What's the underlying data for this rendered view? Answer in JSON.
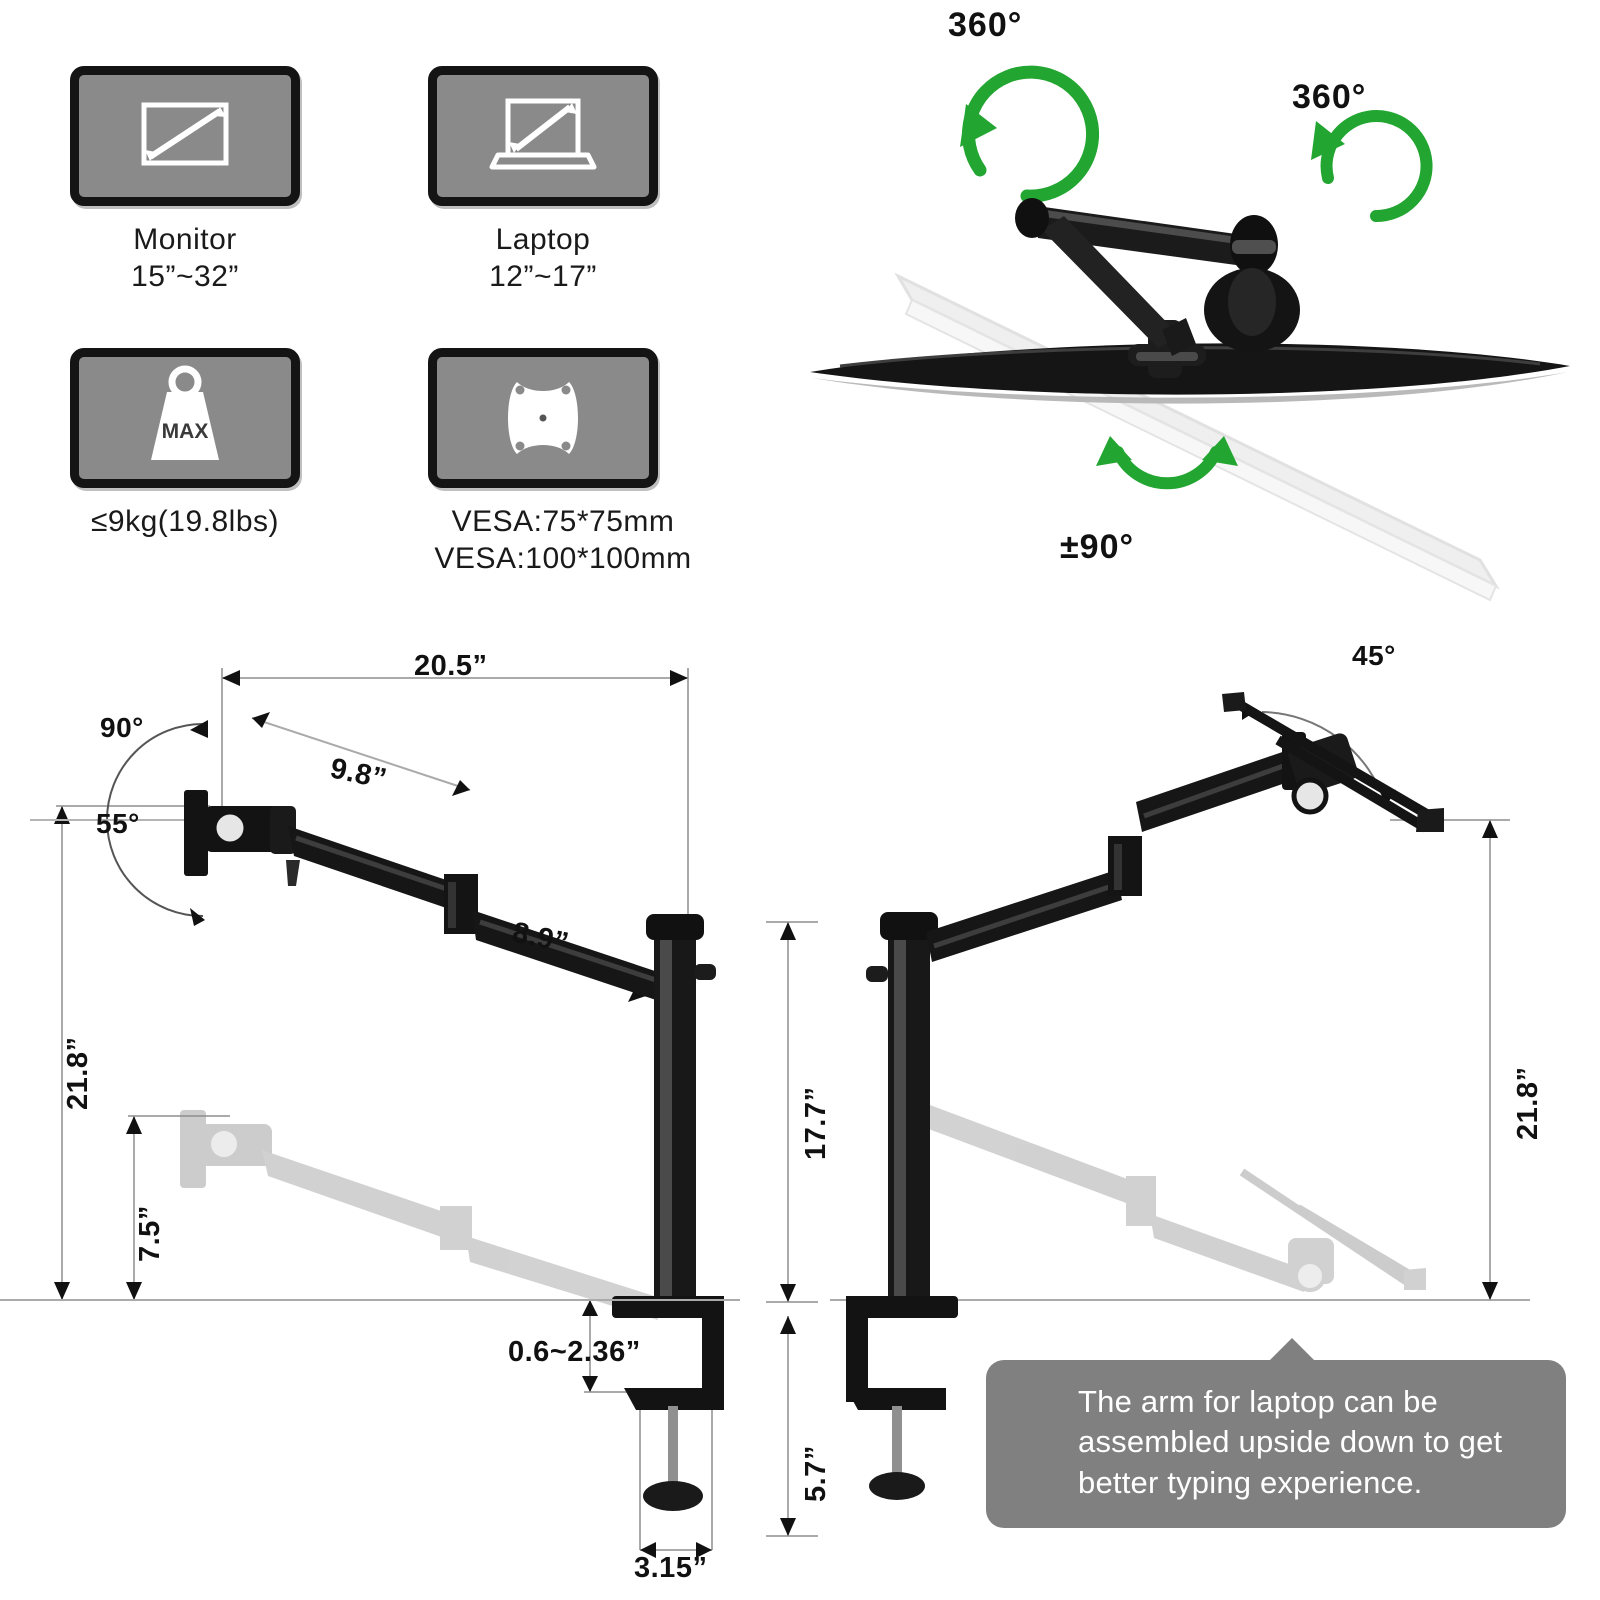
{
  "specs": [
    {
      "icon": "monitor-size-icon",
      "name": "Monitor",
      "value": "15”~32”"
    },
    {
      "icon": "laptop-size-icon",
      "name": "Laptop",
      "value": "12”~17”"
    },
    {
      "icon": "max-weight-icon",
      "name": "≤9kg(19.8lbs)",
      "value": ""
    },
    {
      "icon": "vesa-plate-icon",
      "name": "VESA:75*75mm",
      "value": "VESA:100*100mm"
    }
  ],
  "weight_icon_text": "MAX",
  "rotation": {
    "arm_rotation": "360°",
    "head_rotation": "360°",
    "pivot_rotation": "±90°"
  },
  "left_drawing": {
    "reach_total": "20.5”",
    "upper_arm": "9.8”",
    "lower_arm": "8.9”",
    "tilt_up": "90°",
    "tilt_down": "55°",
    "max_height": "21.8”",
    "min_height": "7.5”",
    "pole_height": "17.7”",
    "clamp_range": "0.6~2.36”",
    "clamp_depth": "5.7”",
    "clamp_width": "3.15”"
  },
  "right_drawing": {
    "tray_tilt": "45°",
    "max_height": "21.8”"
  },
  "note": {
    "icon": "warning-triangle-icon",
    "text": "The arm for laptop can be assembled upside down to get better typing experience."
  },
  "colors": {
    "arrow_green": "#22a531",
    "tile_fill": "#8a8a8a",
    "tile_border": "#141414",
    "note_bg": "#808080",
    "warning_yellow": "#e8b333",
    "ghost_gray": "#c9c9c9",
    "metal_dark": "#1d1d1d"
  }
}
